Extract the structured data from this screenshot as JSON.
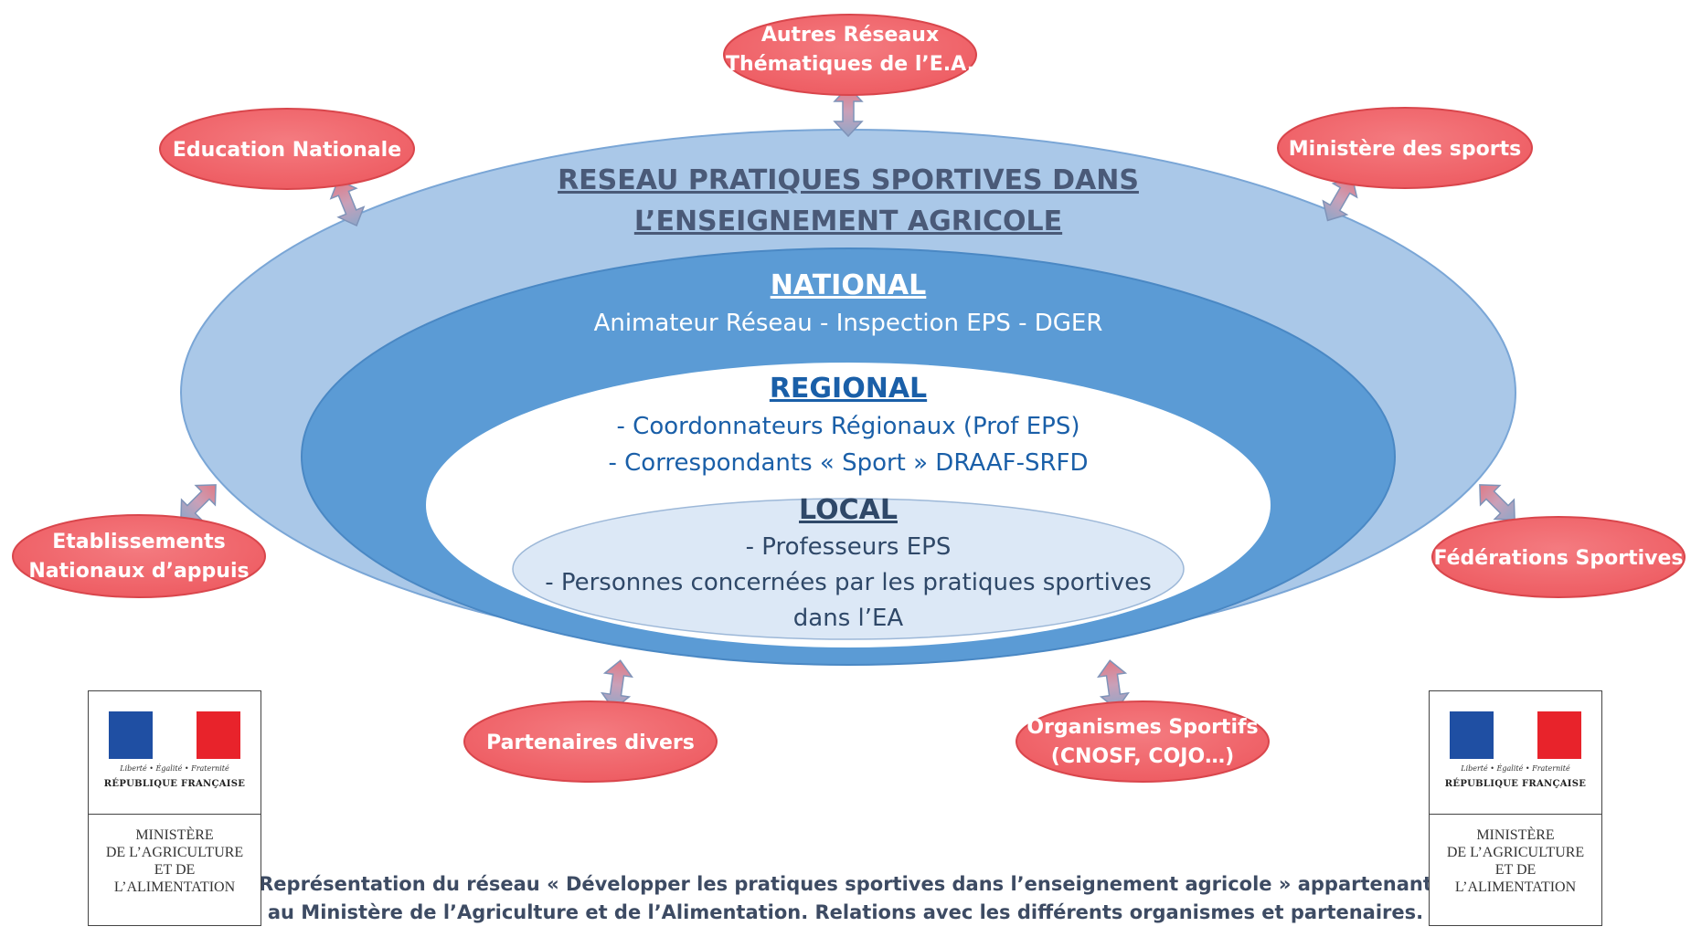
{
  "network": {
    "title_line1": "RESEAU PRATIQUES SPORTIVES DANS",
    "title_line2": "L’ENSEIGNEMENT AGRICOLE"
  },
  "national": {
    "heading": "NATIONAL",
    "line1": "Animateur Réseau - Inspection EPS -  DGER"
  },
  "regional": {
    "heading": "REGIONAL",
    "line1": "- Coordonnateurs Régionaux (Prof EPS)",
    "line2": "- Correspondants « Sport » DRAAF-SRFD"
  },
  "local": {
    "heading": "LOCAL",
    "line1": "- Professeurs EPS",
    "line2": "- Personnes concernées par les pratiques sportives",
    "line3": "dans l’EA"
  },
  "partners": {
    "autres_l1": "Autres Réseaux",
    "autres_l2": "Thématiques de l’E.A.",
    "education": "Education Nationale",
    "sports": "Ministère des sports",
    "etab_l1": "Etablissements",
    "etab_l2": "Nationaux d’appuis",
    "federations": "Fédérations Sportives",
    "partenaires": "Partenaires divers",
    "organismes_l1": "Organismes Sportifs",
    "organismes_l2": "(CNOSF, COJO…)"
  },
  "logo": {
    "motto": "Liberté • Égalité • Fraternité",
    "republic": "RÉPUBLIQUE FRANÇAISE",
    "ministry_l1": "MINISTÈRE",
    "ministry_l2": "DE L’AGRICULTURE",
    "ministry_l3": "ET DE",
    "ministry_l4": "L’ALIMENTATION"
  },
  "caption": {
    "line1": "Représentation du réseau « Développer les pratiques sportives dans l’enseignement agricole » appartenant",
    "line2": "au Ministère de l’Agriculture et de l’Alimentation. Relations avec les différents organismes et partenaires."
  },
  "colors": {
    "outer_ellipse": "#aac8e8",
    "national_ellipse": "#5b9bd5",
    "regional_ellipse": "#ffffff",
    "local_ellipse": "#dce8f6",
    "partner_fill": "#f26a6f",
    "title_text": "#4a5a78",
    "regional_text": "#1a5fa8"
  }
}
